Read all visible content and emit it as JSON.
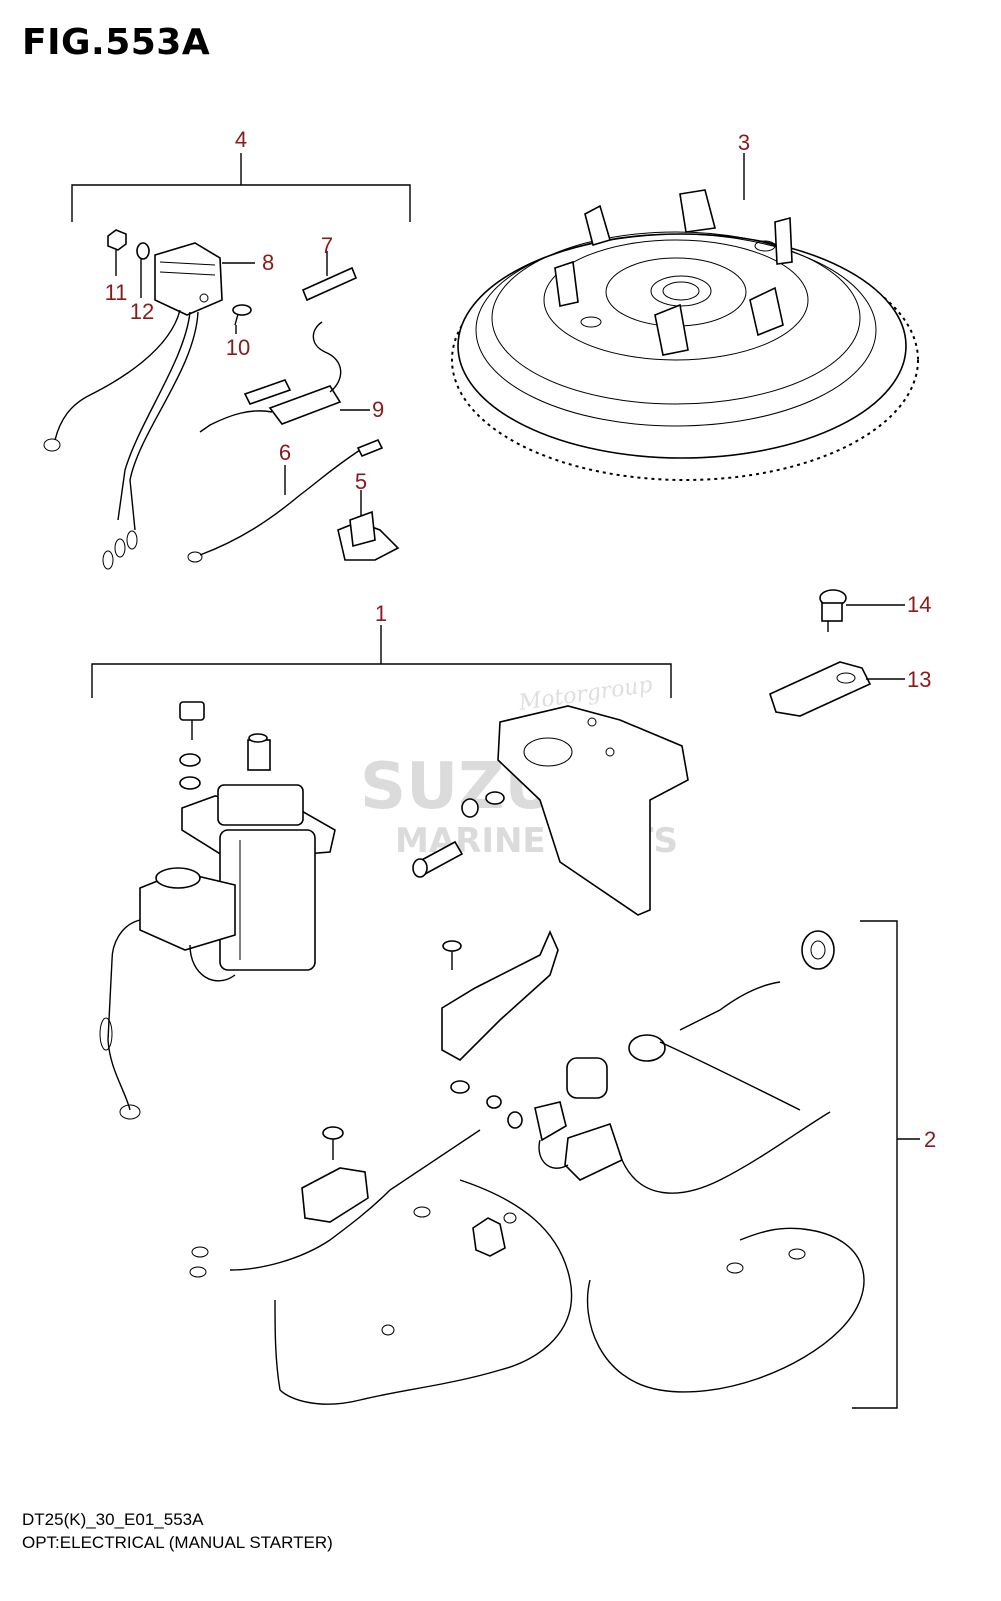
{
  "figure": {
    "title": "FIG.553A",
    "model_code": "DT25(K)_30_E01_553A",
    "caption": "OPT:ELECTRICAL (MANUAL STARTER)"
  },
  "watermark": {
    "brand": "SUZUKI",
    "line2": "MARINE PARTS",
    "signature": "Motorgroup"
  },
  "callouts": [
    {
      "id": "1",
      "label": "1"
    },
    {
      "id": "2",
      "label": "2"
    },
    {
      "id": "3",
      "label": "3"
    },
    {
      "id": "4",
      "label": "4"
    },
    {
      "id": "5",
      "label": "5"
    },
    {
      "id": "6",
      "label": "6"
    },
    {
      "id": "7",
      "label": "7"
    },
    {
      "id": "8",
      "label": "8"
    },
    {
      "id": "9",
      "label": "9"
    },
    {
      "id": "10",
      "label": "10"
    },
    {
      "id": "11",
      "label": "11"
    },
    {
      "id": "12",
      "label": "12"
    },
    {
      "id": "13",
      "label": "13"
    },
    {
      "id": "14",
      "label": "14"
    }
  ],
  "colors": {
    "callout": "#8b1a1a",
    "line": "#000000",
    "watermark": "#cfcfcf"
  }
}
